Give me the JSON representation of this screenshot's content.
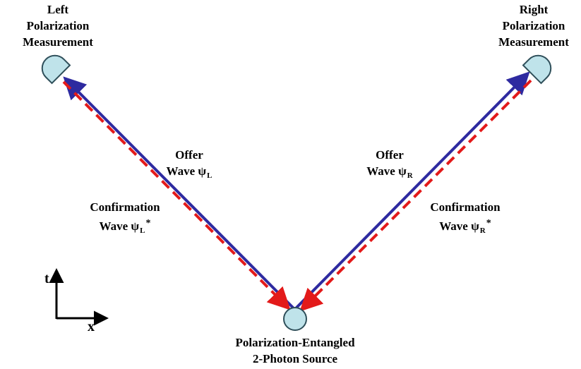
{
  "labels": {
    "left_measurement": [
      "Left",
      "Polarization",
      "Measurement"
    ],
    "right_measurement": [
      "Right",
      "Polarization",
      "Measurement"
    ],
    "source": [
      "Polarization-Entangled",
      "2-Photon Source"
    ],
    "offer_left": {
      "line1": "Offer",
      "line2": "Wave ψ",
      "sub": "L"
    },
    "offer_right": {
      "line1": "Offer",
      "line2": "Wave ψ",
      "sub": "R"
    },
    "confirm_left": {
      "line1": "Confirmation",
      "line2": "Wave ψ",
      "sub": "L",
      "sup": "*"
    },
    "confirm_right": {
      "line1": "Confirmation",
      "line2": "Wave ψ",
      "sub": "R",
      "sup": "*"
    }
  },
  "axes": {
    "t": "t",
    "x": "x"
  },
  "colors": {
    "offer_wave": "#2e2aa0",
    "confirmation_wave": "#e31a1a",
    "detector_fill": "#bfe3ea",
    "detector_stroke": "#2f4f5a"
  }
}
